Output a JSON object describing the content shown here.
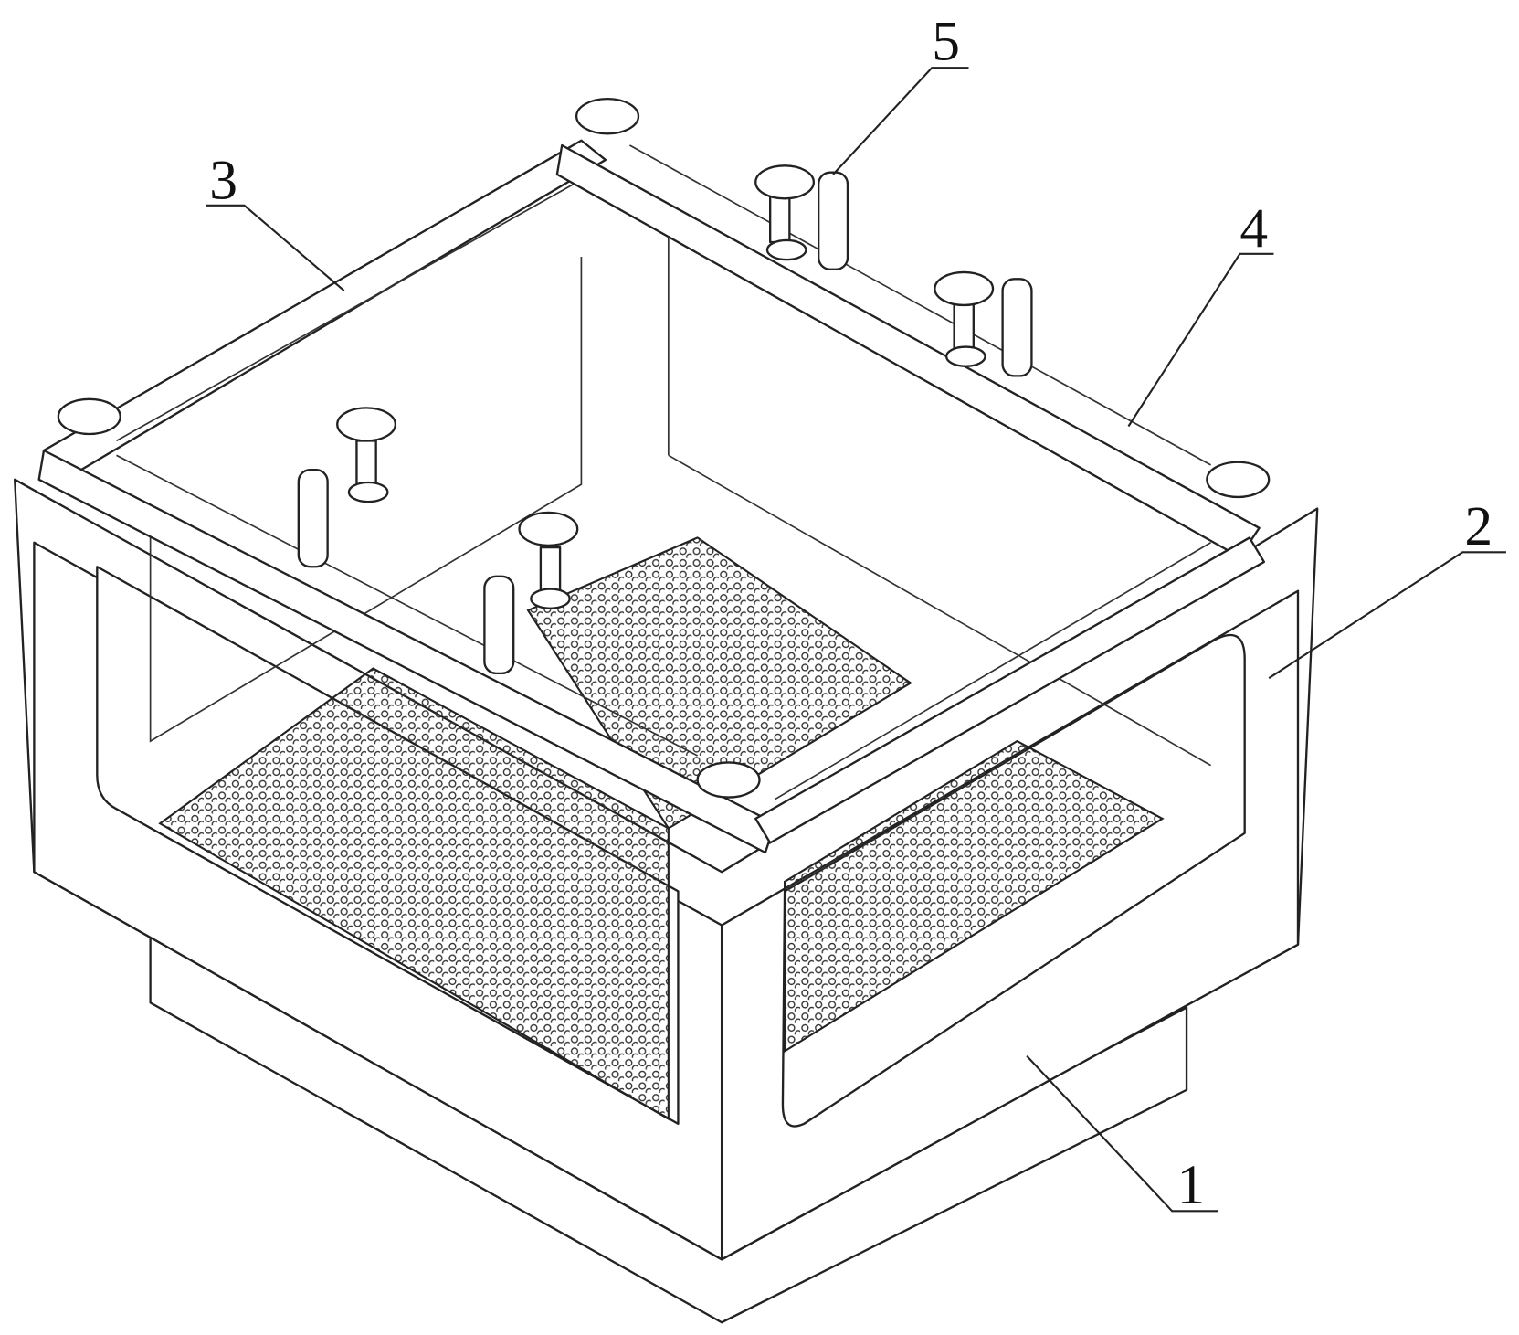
{
  "figure": {
    "labels": [
      {
        "id": "1",
        "text": "1"
      },
      {
        "id": "2",
        "text": "2"
      },
      {
        "id": "3",
        "text": "3"
      },
      {
        "id": "4",
        "text": "4"
      },
      {
        "id": "5",
        "text": "5"
      }
    ],
    "colors": {
      "line": "#222222",
      "background": "#ffffff"
    }
  }
}
